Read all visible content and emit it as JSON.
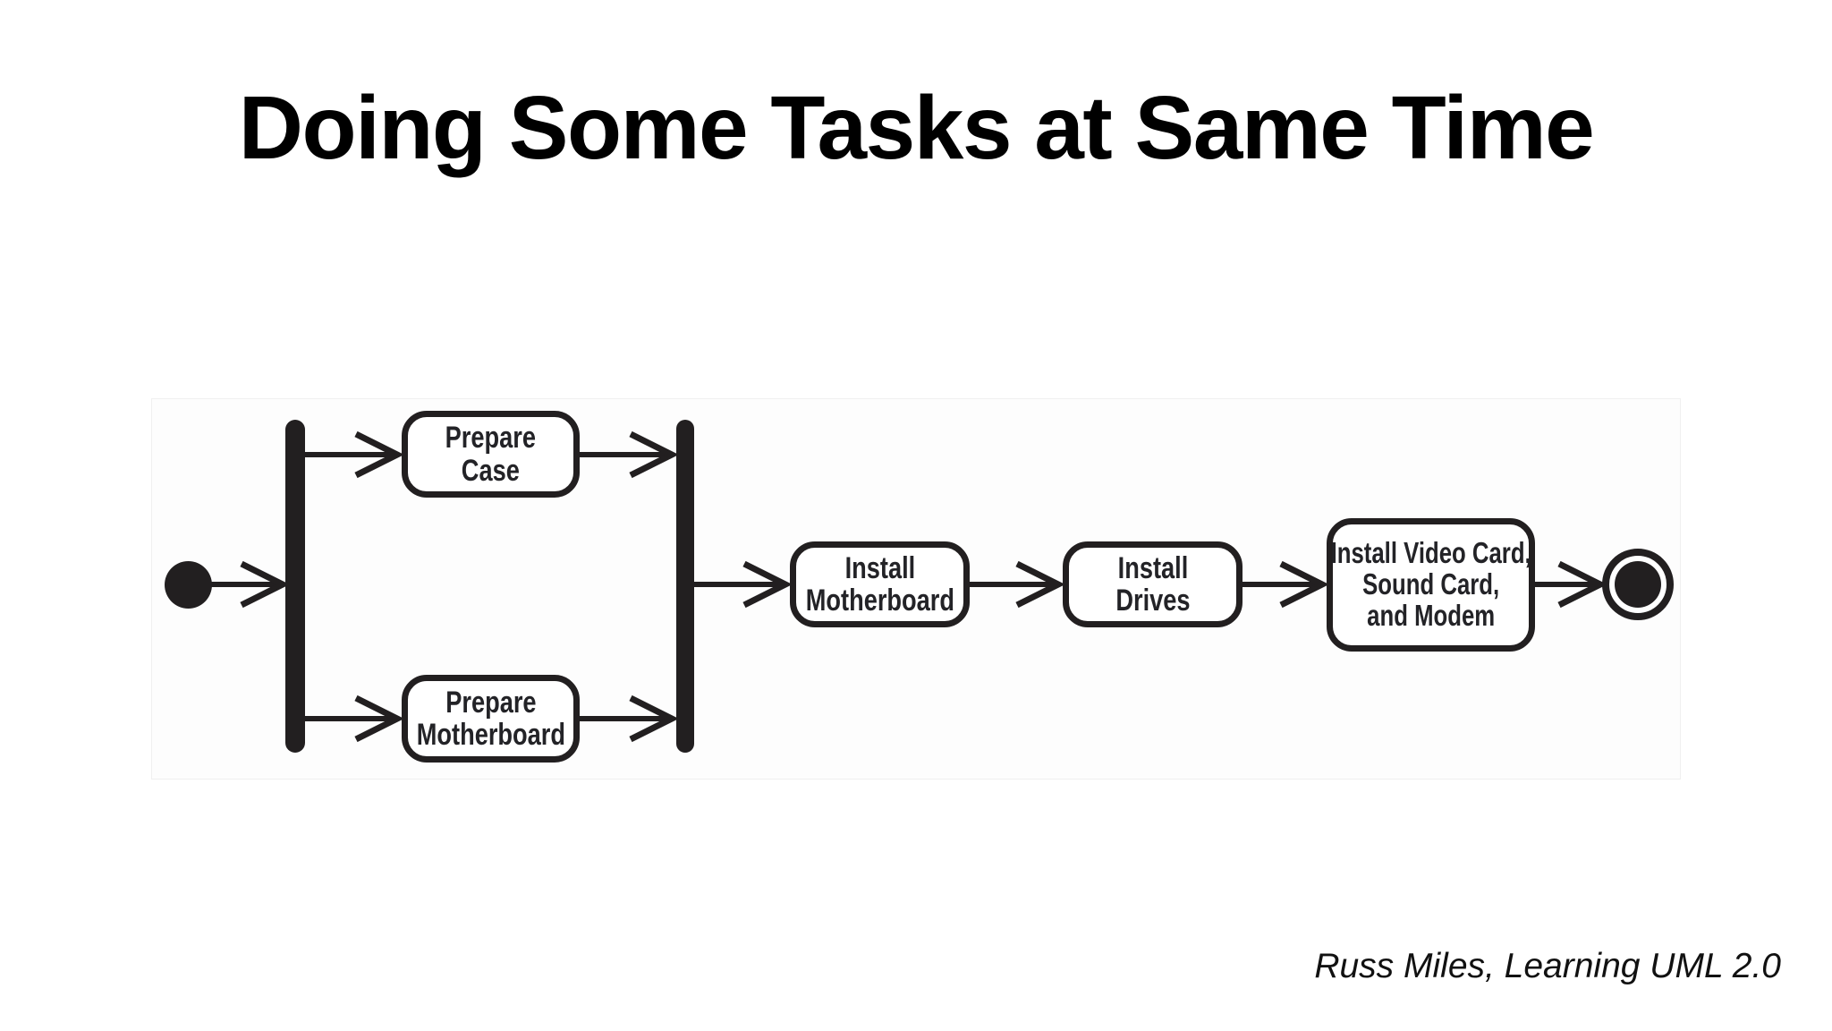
{
  "title": "Doing Some Tasks at Same Time",
  "attribution": "Russ Miles, Learning UML 2.0",
  "colors": {
    "ink": "#221f20",
    "label_text": "#232327",
    "panel_bg": "#fdfdfd",
    "panel_border": "#f0f0f0",
    "page_bg": "#ffffff"
  },
  "diagram": {
    "kind": "uml-activity-diagram",
    "nodes": [
      {
        "id": "initial",
        "type": "initial-state"
      },
      {
        "id": "fork",
        "type": "fork-bar"
      },
      {
        "id": "prepare-case",
        "type": "action",
        "label": "Prepare\nCase"
      },
      {
        "id": "prepare-motherboard",
        "type": "action",
        "label": "Prepare\nMotherboard"
      },
      {
        "id": "join",
        "type": "join-bar"
      },
      {
        "id": "install-motherboard",
        "type": "action",
        "label": "Install\nMotherboard"
      },
      {
        "id": "install-drives",
        "type": "action",
        "label": "Install\nDrives"
      },
      {
        "id": "install-video",
        "type": "action",
        "label": "Install Video Card,\nSound Card,\nand Modem"
      },
      {
        "id": "final",
        "type": "final-state"
      }
    ],
    "edges": [
      [
        "initial",
        "fork"
      ],
      [
        "fork",
        "prepare-case"
      ],
      [
        "fork",
        "prepare-motherboard"
      ],
      [
        "prepare-case",
        "join"
      ],
      [
        "prepare-motherboard",
        "join"
      ],
      [
        "join",
        "install-motherboard"
      ],
      [
        "install-motherboard",
        "install-drives"
      ],
      [
        "install-drives",
        "install-video"
      ],
      [
        "install-video",
        "final"
      ]
    ]
  }
}
